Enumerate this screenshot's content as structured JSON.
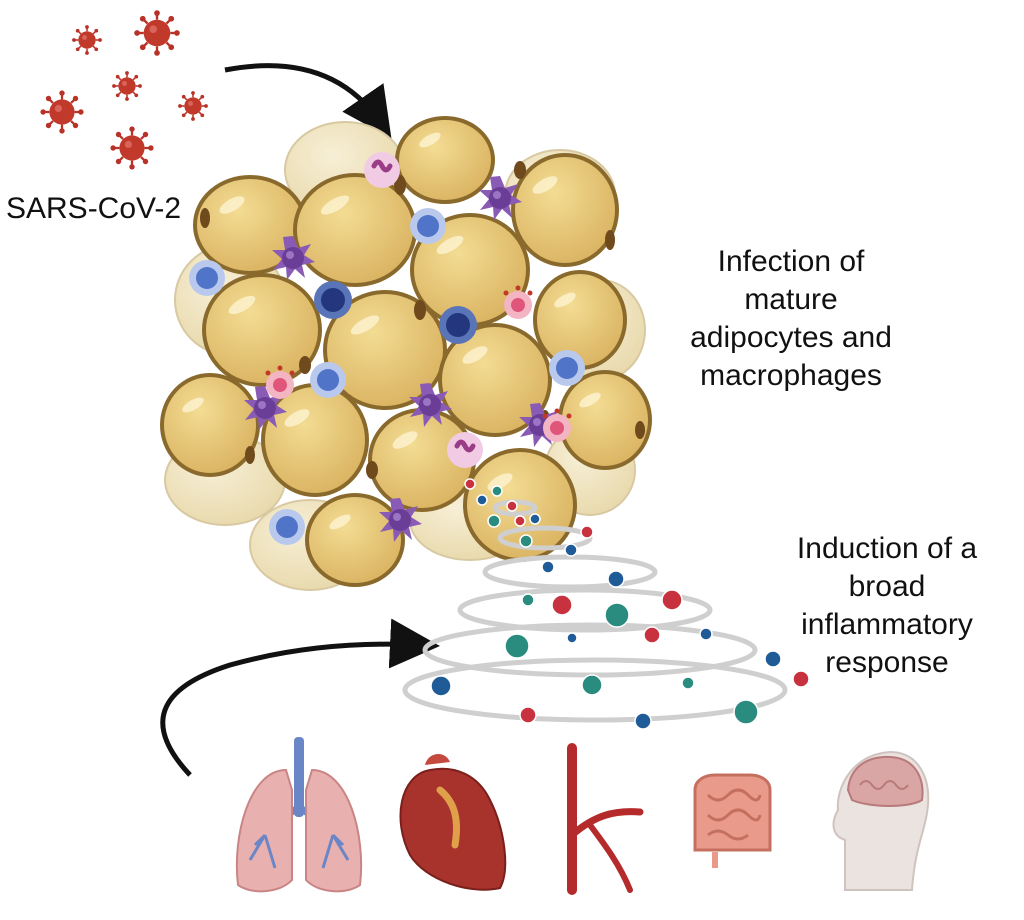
{
  "labels": {
    "virus": "SARS-CoV-2",
    "infection": "Infection of mature adipocytes and macrophages",
    "inflammation": "Induction of a broad inflammatory response"
  },
  "colors": {
    "adipocyte_fill": "#e8c877",
    "adipocyte_edge": "#8a6a2c",
    "background_adipocyte": "#f1e6c4",
    "virus": "#c0392b",
    "macrophage": "#7b4fa6",
    "lymphocyte": "#5b7fd1",
    "neutrophil": "#e8a6cf",
    "cytokine_red": "#c8323f",
    "cytokine_blue": "#1f5b96",
    "cytokine_teal": "#2a8c7e",
    "spiral": "#cfcfcf",
    "lung": "#e9b0b0",
    "heart": "#a8322c",
    "vessel": "#b52b2b",
    "intestine": "#e99a8a",
    "brain": "#d9a5a5"
  },
  "icons": [
    "virus-icon",
    "adipocyte-icon",
    "macrophage-icon",
    "lymphocyte-icon",
    "cytokine-icon",
    "lungs-icon",
    "heart-icon",
    "blood-vessel-icon",
    "intestine-icon",
    "head-brain-icon"
  ]
}
